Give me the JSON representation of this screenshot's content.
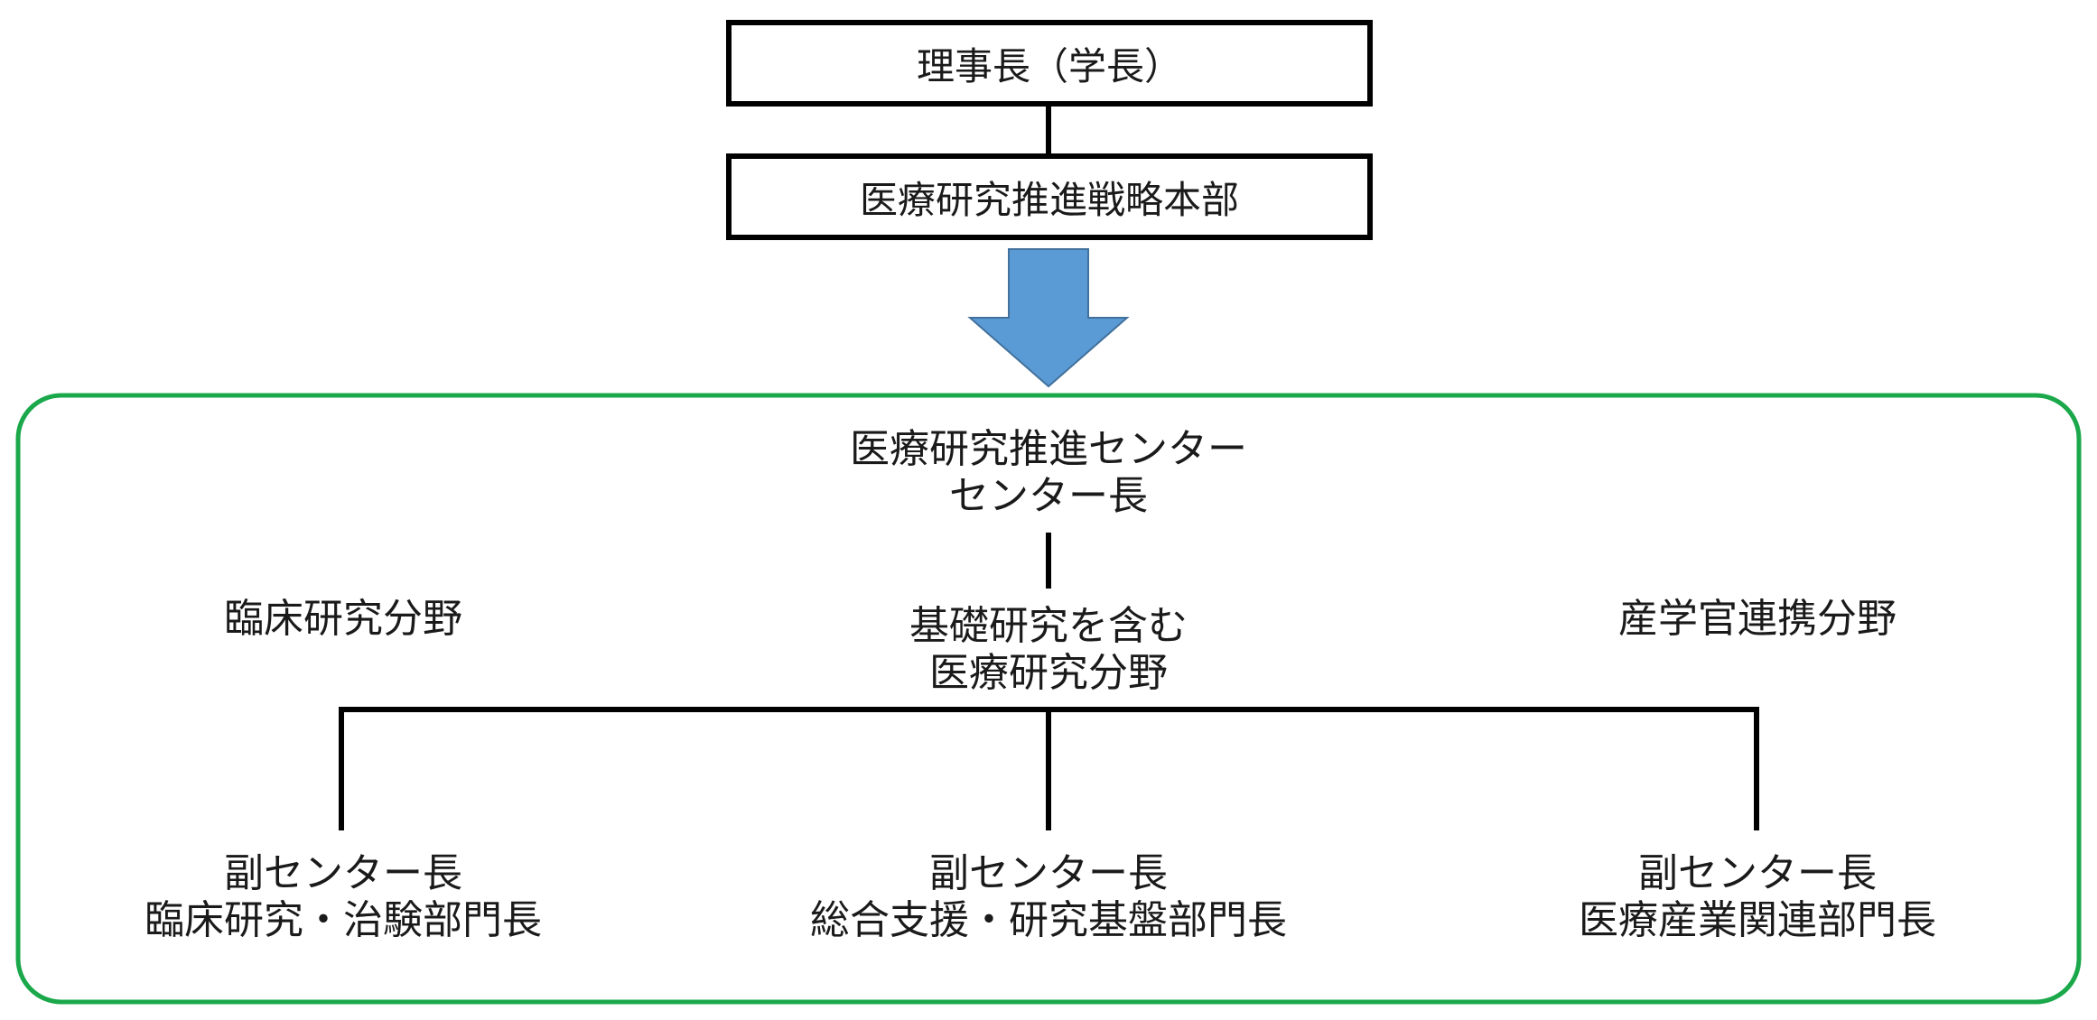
{
  "top_box": {
    "label": "理事長（学長）"
  },
  "hq_box": {
    "label": "医療研究推進戦略本部"
  },
  "center": {
    "title_line1": "医療研究推進センター",
    "title_line2": "センター長"
  },
  "fields": {
    "clinical": "臨床研究分野",
    "basic_line1": "基礎研究を含む",
    "basic_line2": "医療研究分野",
    "industry": "産学官連携分野"
  },
  "deputies": [
    {
      "line1": "副センター長",
      "line2": "臨床研究・治験部門長"
    },
    {
      "line1": "副センター長",
      "line2": "総合支援・研究基盤部門長"
    },
    {
      "line1": "副センター長",
      "line2": "医療産業関連部門長"
    }
  ],
  "colors": {
    "arrow_fill": "#5b9bd5",
    "arrow_stroke": "#41719c",
    "container_border": "#1aa84b",
    "line": "#000000"
  }
}
